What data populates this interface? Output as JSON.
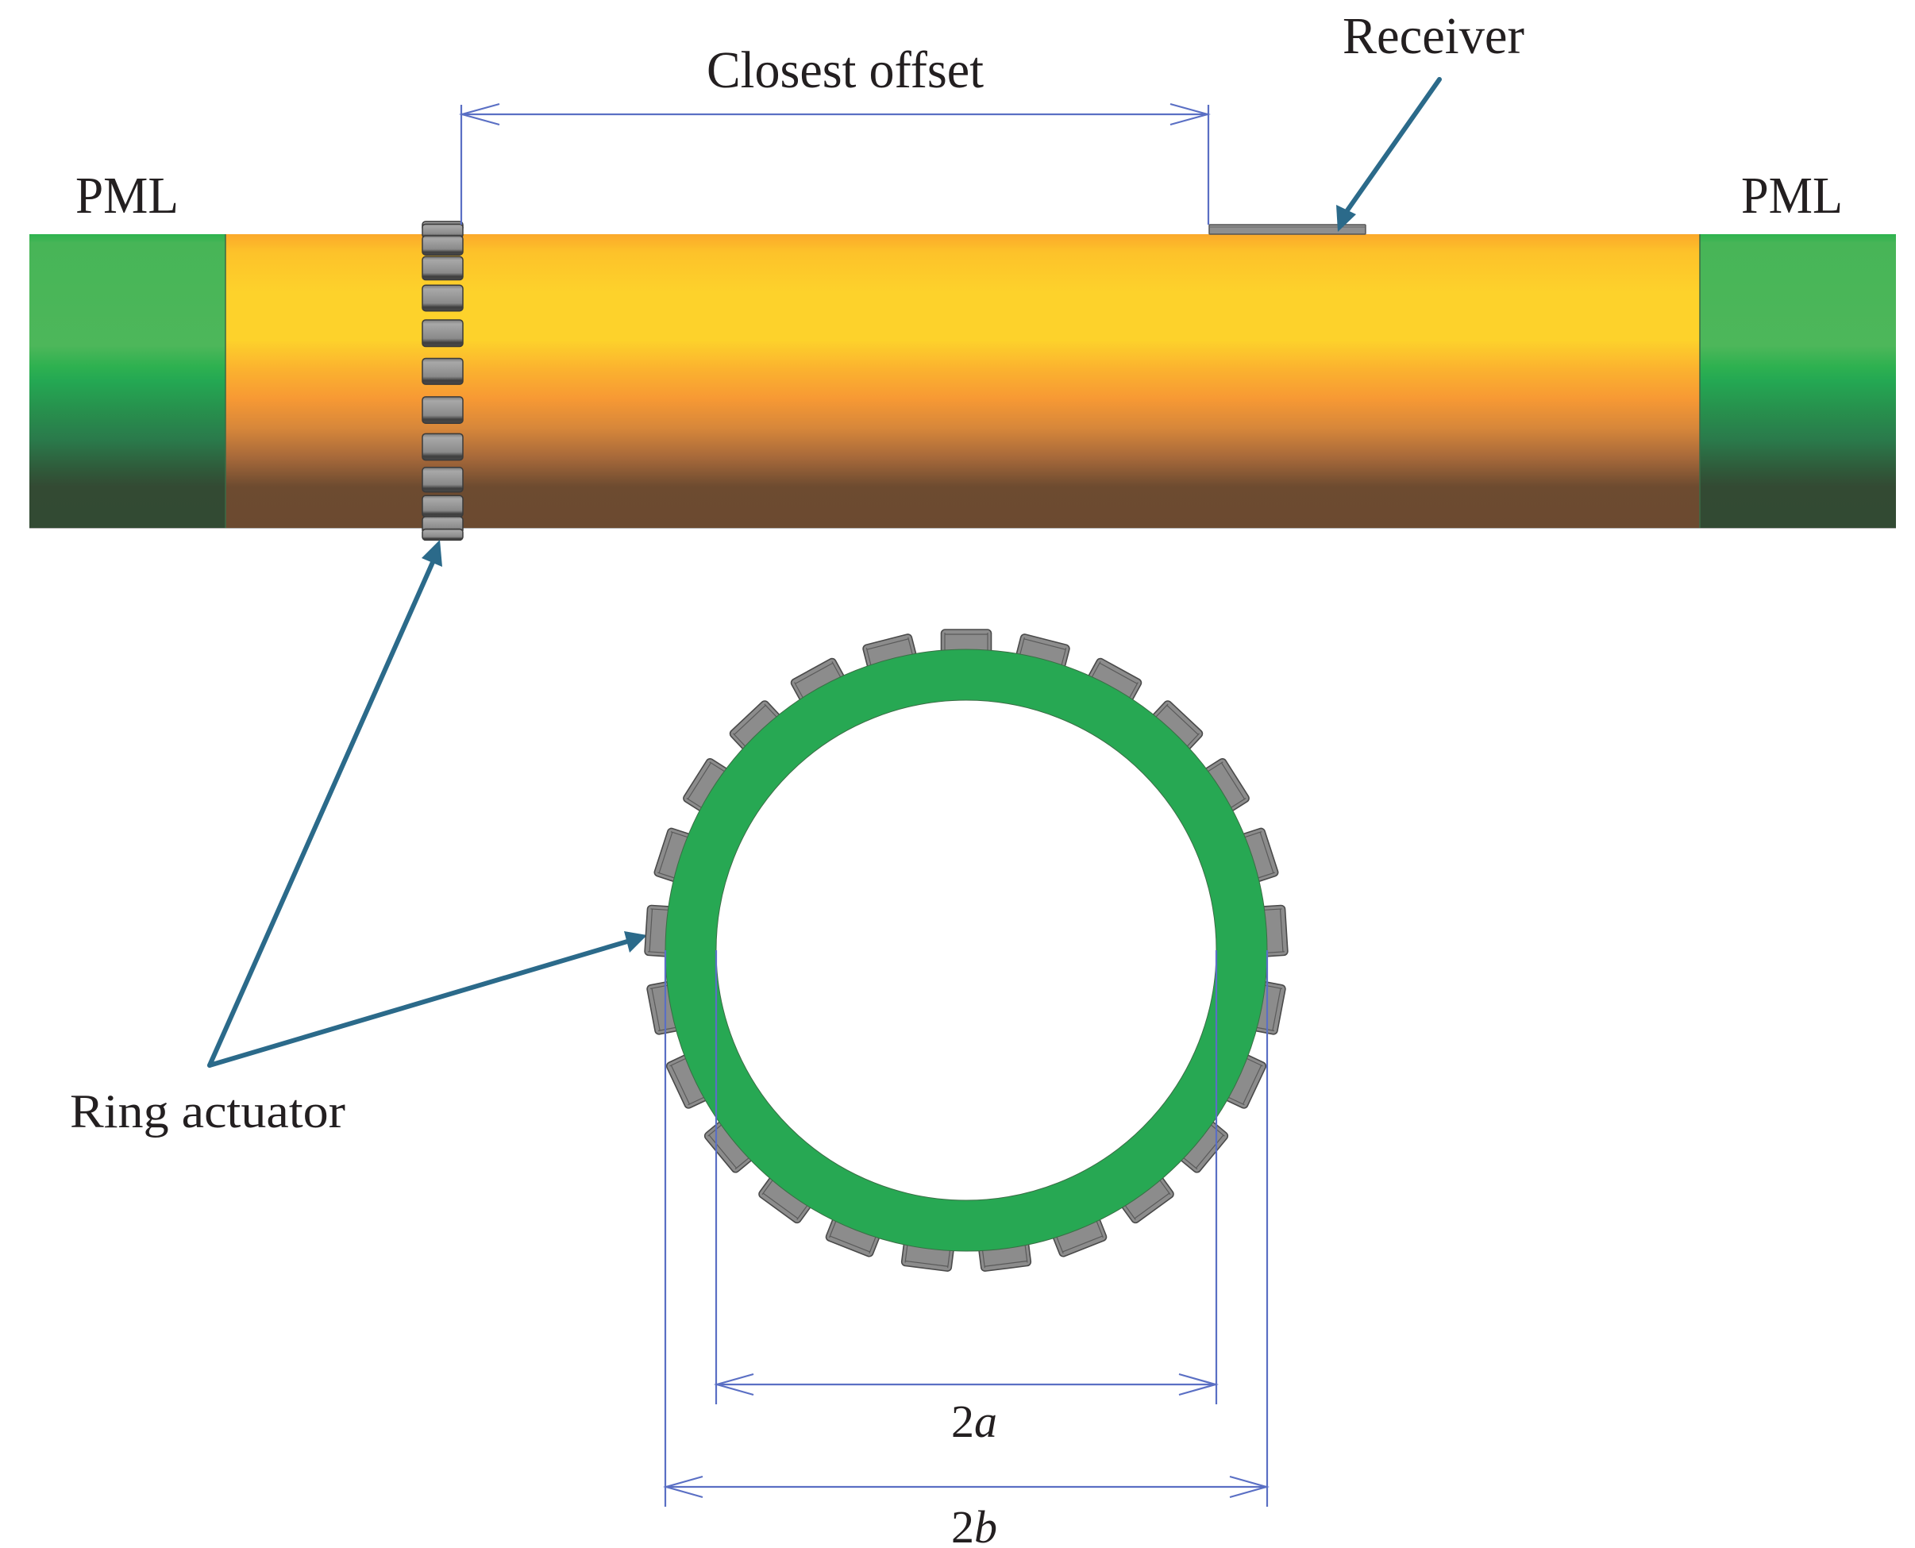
{
  "figure": {
    "labels": {
      "pml_left": "PML",
      "pml_right": "PML",
      "closest_offset": "Closest offset",
      "receiver": "Receiver",
      "ring_actuator": "Ring actuator",
      "inner_diameter_num": "2",
      "inner_diameter_var": "a",
      "outer_diameter_num": "2",
      "outer_diameter_var": "b"
    },
    "ring": {
      "actuator_count": 25
    },
    "colors": {
      "pipe_top": "#fba92b",
      "pipe_yellow": "#fdd22b",
      "pipe_orange": "#f79934",
      "pipe_brown": "#6b4a30",
      "pml_light": "#4db75a",
      "pml_mid": "#24a853",
      "pml_dark": "#324a33",
      "ring_green": "#27a853",
      "actuator_gray": "#8c8c8c",
      "callout_arrow": "#2b6a8a",
      "dimension_line": "#5a6fc4"
    }
  }
}
